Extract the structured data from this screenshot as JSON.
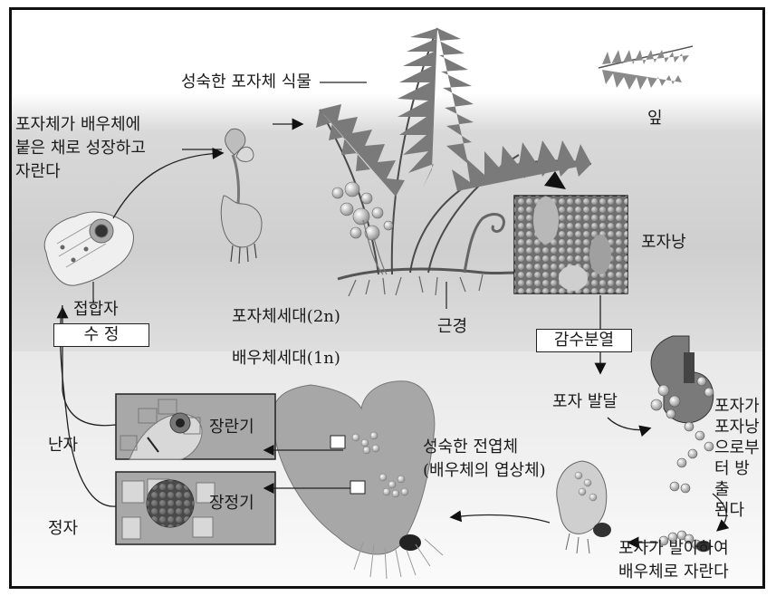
{
  "labels": {
    "mature_sporophyte": "성숙한 포자체 식물",
    "leaf": "잎",
    "sporophyte_grows": "포자체가 배우체에\n붙은 채로 성장하고\n자란다",
    "sporangium": "포자낭",
    "zygote": "접합자",
    "fertilization": "수 정",
    "sporophyte_generation": "포자체세대(2n)",
    "rhizome": "근경",
    "meiosis": "감수분열",
    "gametophyte_generation": "배우체세대(1n)",
    "spore_development": "포자 발달",
    "spores_released": "포자가\n포자낭\n으로부\n터 방출\n된다",
    "archegonium": "장란기",
    "egg": "난자",
    "mature_prothallus": "성숙한 전엽체\n(배우체의 엽상체)",
    "antheridium": "장정기",
    "sperm": "정자",
    "spore_germinates": "포자가 발아하여\n배우체로 자란다"
  }
}
